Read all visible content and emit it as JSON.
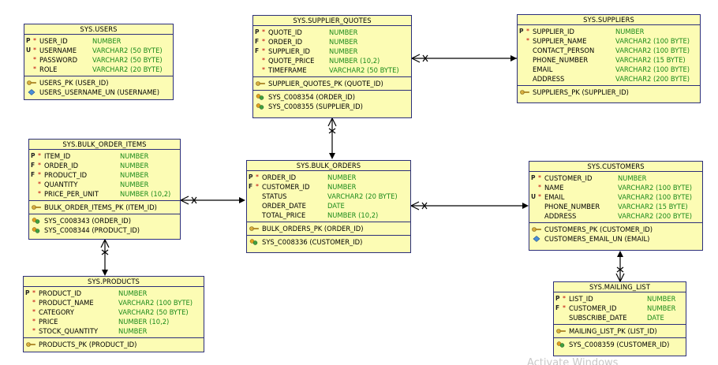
{
  "colors": {
    "table_fill": "#fcfcb4",
    "border": "#2b2e7a",
    "type_text": "#1a8a1a",
    "mandatory": "#c00000"
  },
  "icons": {
    "primary_key": "key-icon",
    "unique_key": "unique-key-icon",
    "foreign_key": "foreign-key-icon"
  },
  "tables": [
    {
      "title": "SYS.USERS",
      "columns": [
        {
          "flag": "P",
          "mand": "*",
          "name": "USER_ID",
          "type": "NUMBER"
        },
        {
          "flag": "U",
          "mand": "*",
          "name": "USERNAME",
          "type": "VARCHAR2 (50 BYTE)"
        },
        {
          "flag": "",
          "mand": "*",
          "name": "PASSWORD",
          "type": "VARCHAR2 (50 BYTE)"
        },
        {
          "flag": "",
          "mand": "*",
          "name": "ROLE",
          "type": "VARCHAR2 (20 BYTE)"
        }
      ],
      "keys": [
        "USERS_PK (USER_ID)",
        "USERS_USERNAME_UN (USERNAME)"
      ],
      "fks": []
    },
    {
      "title": "SYS.SUPPLIER_QUOTES",
      "columns": [
        {
          "flag": "P",
          "mand": "*",
          "name": "QUOTE_ID",
          "type": "NUMBER"
        },
        {
          "flag": "F",
          "mand": "*",
          "name": "ORDER_ID",
          "type": "NUMBER"
        },
        {
          "flag": "F",
          "mand": "*",
          "name": "SUPPLIER_ID",
          "type": "NUMBER"
        },
        {
          "flag": "",
          "mand": "*",
          "name": "QUOTE_PRICE",
          "type": "NUMBER (10,2)"
        },
        {
          "flag": "",
          "mand": "*",
          "name": "TIMEFRAME",
          "type": "VARCHAR2 (50 BYTE)"
        }
      ],
      "keys": [
        "SUPPLIER_QUOTES_PK (QUOTE_ID)"
      ],
      "fks": [
        "SYS_C008354 (ORDER_ID)",
        "SYS_C008355 (SUPPLIER_ID)"
      ]
    },
    {
      "title": "SYS.SUPPLIERS",
      "columns": [
        {
          "flag": "P",
          "mand": "*",
          "name": "SUPPLIER_ID",
          "type": "NUMBER"
        },
        {
          "flag": "",
          "mand": "*",
          "name": "SUPPLIER_NAME",
          "type": "VARCHAR2 (100 BYTE)"
        },
        {
          "flag": "",
          "mand": "",
          "name": "CONTACT_PERSON",
          "type": "VARCHAR2 (100 BYTE)"
        },
        {
          "flag": "",
          "mand": "",
          "name": "PHONE_NUMBER",
          "type": "VARCHAR2 (15 BYTE)"
        },
        {
          "flag": "",
          "mand": "",
          "name": "EMAIL",
          "type": "VARCHAR2 (100 BYTE)"
        },
        {
          "flag": "",
          "mand": "",
          "name": "ADDRESS",
          "type": "VARCHAR2 (200 BYTE)"
        }
      ],
      "keys": [
        "SUPPLIERS_PK (SUPPLIER_ID)"
      ],
      "fks": []
    },
    {
      "title": "SYS.BULK_ORDER_ITEMS",
      "columns": [
        {
          "flag": "P",
          "mand": "*",
          "name": "ITEM_ID",
          "type": "NUMBER"
        },
        {
          "flag": "F",
          "mand": "*",
          "name": "ORDER_ID",
          "type": "NUMBER"
        },
        {
          "flag": "F",
          "mand": "*",
          "name": "PRODUCT_ID",
          "type": "NUMBER"
        },
        {
          "flag": "",
          "mand": "*",
          "name": "QUANTITY",
          "type": "NUMBER"
        },
        {
          "flag": "",
          "mand": "*",
          "name": "PRICE_PER_UNIT",
          "type": "NUMBER (10,2)"
        }
      ],
      "keys": [
        "BULK_ORDER_ITEMS_PK (ITEM_ID)"
      ],
      "fks": [
        "SYS_C008343 (ORDER_ID)",
        "SYS_C008344 (PRODUCT_ID)"
      ]
    },
    {
      "title": "SYS.BULK_ORDERS",
      "columns": [
        {
          "flag": "P",
          "mand": "*",
          "name": "ORDER_ID",
          "type": "NUMBER"
        },
        {
          "flag": "F",
          "mand": "*",
          "name": "CUSTOMER_ID",
          "type": "NUMBER"
        },
        {
          "flag": "",
          "mand": "",
          "name": "STATUS",
          "type": "VARCHAR2 (20 BYTE)"
        },
        {
          "flag": "",
          "mand": "",
          "name": "ORDER_DATE",
          "type": "DATE"
        },
        {
          "flag": "",
          "mand": "",
          "name": "TOTAL_PRICE",
          "type": "NUMBER (10,2)"
        }
      ],
      "keys": [
        "BULK_ORDERS_PK (ORDER_ID)"
      ],
      "fks": [
        "SYS_C008336 (CUSTOMER_ID)"
      ]
    },
    {
      "title": "SYS.CUSTOMERS",
      "columns": [
        {
          "flag": "P",
          "mand": "*",
          "name": "CUSTOMER_ID",
          "type": "NUMBER"
        },
        {
          "flag": "",
          "mand": "*",
          "name": "NAME",
          "type": "VARCHAR2 (100 BYTE)"
        },
        {
          "flag": "U",
          "mand": "*",
          "name": "EMAIL",
          "type": "VARCHAR2 (100 BYTE)"
        },
        {
          "flag": "",
          "mand": "",
          "name": "PHONE_NUMBER",
          "type": "VARCHAR2 (15 BYTE)"
        },
        {
          "flag": "",
          "mand": "",
          "name": "ADDRESS",
          "type": "VARCHAR2 (200 BYTE)"
        }
      ],
      "keys": [
        "CUSTOMERS_PK (CUSTOMER_ID)",
        "CUSTOMERS_EMAIL_UN (EMAIL)"
      ],
      "fks": []
    },
    {
      "title": "SYS.PRODUCTS",
      "columns": [
        {
          "flag": "P",
          "mand": "*",
          "name": "PRODUCT_ID",
          "type": "NUMBER"
        },
        {
          "flag": "",
          "mand": "*",
          "name": "PRODUCT_NAME",
          "type": "VARCHAR2 (100 BYTE)"
        },
        {
          "flag": "",
          "mand": "*",
          "name": "CATEGORY",
          "type": "VARCHAR2 (50 BYTE)"
        },
        {
          "flag": "",
          "mand": "*",
          "name": "PRICE",
          "type": "NUMBER (10,2)"
        },
        {
          "flag": "",
          "mand": "*",
          "name": "STOCK_QUANTITY",
          "type": "NUMBER"
        }
      ],
      "keys": [
        "PRODUCTS_PK (PRODUCT_ID)"
      ],
      "fks": []
    },
    {
      "title": "SYS.MAILING_LIST",
      "columns": [
        {
          "flag": "P",
          "mand": "*",
          "name": "LIST_ID",
          "type": "NUMBER"
        },
        {
          "flag": "F",
          "mand": "*",
          "name": "CUSTOMER_ID",
          "type": "NUMBER"
        },
        {
          "flag": "",
          "mand": "",
          "name": "SUBSCRIBE_DATE",
          "type": "DATE"
        }
      ],
      "keys": [
        "MAILING_LIST_PK (LIST_ID)"
      ],
      "fks": [
        "SYS_C008359 (CUSTOMER_ID)"
      ]
    }
  ],
  "watermark": "Activate Windows"
}
